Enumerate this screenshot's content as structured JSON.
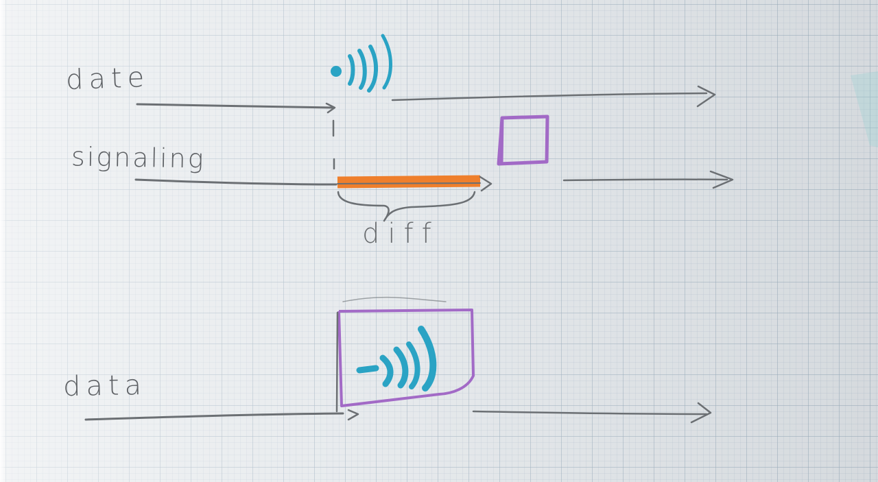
{
  "labels": {
    "data_top": "date",
    "signaling": "signaling",
    "diff": "diff",
    "data_bottom": "data"
  },
  "colors": {
    "pencil": "#6b6f73",
    "highlight_orange": "#f07a22",
    "purple_box": "#a26ac6",
    "wave_blue": "#2aa3c4",
    "paper": "#e2e6e9"
  },
  "icons": [
    "wireless-signal-icon",
    "square-box",
    "wireless-signal-icon"
  ]
}
